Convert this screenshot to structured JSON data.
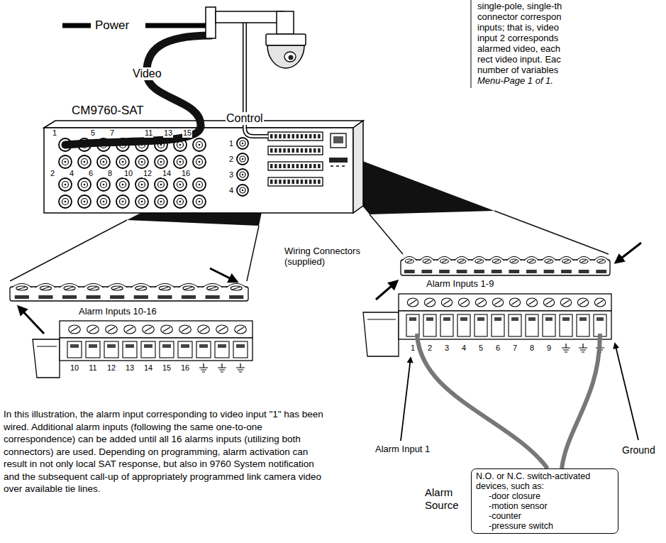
{
  "diagram": {
    "nodes": [
      {
        "text": [
          "Alarm Source",
          "N.O. or N.C. switch-activated devices, such as:",
          "-door closure",
          "-motion sensor",
          "-counter",
          "-pressure switch"
        ]
      }
    ],
    "labels": [
      "Power",
      "Video",
      "Control",
      "CM9760-SAT",
      "1",
      "5",
      "7",
      "11",
      "13",
      "15",
      "2",
      "4",
      "6",
      "8",
      "10",
      "12",
      "14",
      "16",
      "1",
      "2",
      "3",
      "4",
      "Wiring Connectors (supplied)",
      "Alarm Inputs 10-16",
      "Alarm Inputs 1-9",
      "10",
      "11",
      "12",
      "13",
      "14",
      "15",
      "16",
      "1",
      "2",
      "3",
      "4",
      "5",
      "6",
      "7",
      "8",
      "9",
      "Alarm Input 1",
      "Ground",
      "In this illustration, the alarm input corresponding to video input \"1\" has been wired. Additional alarm inputs (following the same one-to-one correspondence) can be added until all 16 alarms inputs (utilizing both connectors) are used. Depending on programming, alarm activation can result in not only local SAT response, but also in 9760 System notification and the subsequent call-up of appropriately programmed link camera video over available tie lines.",
      "single-pole, single-th",
      "connector correspon",
      "inputs; that is, video",
      "input 2 corresponds",
      "alarmed video, each",
      "rect video input. Eac",
      "number of variables",
      "Menu-Page 1 of 1."
    ]
  }
}
